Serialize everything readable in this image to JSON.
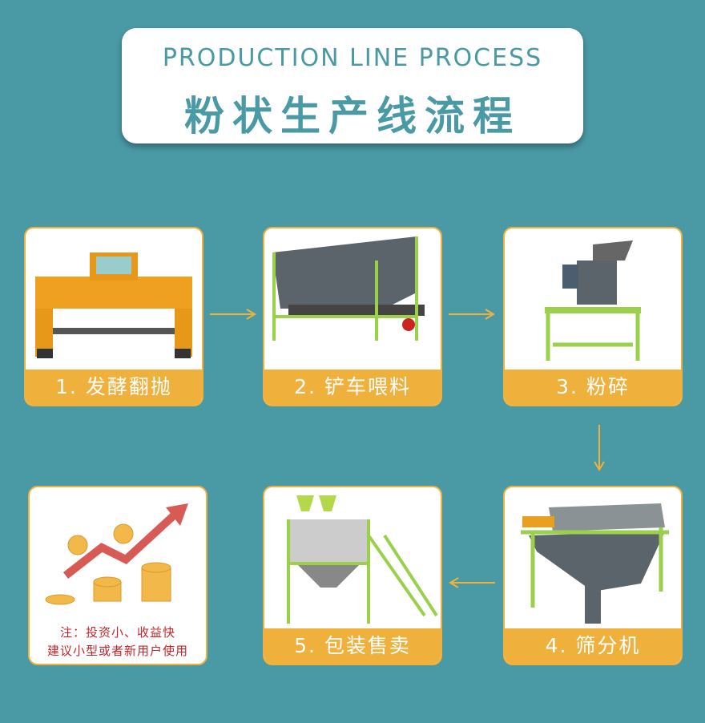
{
  "header": {
    "title_en": "PRODUCTION LINE PROCESS",
    "title_cn": "粉状生产线流程"
  },
  "steps": [
    {
      "label": "1. 发酵翻抛",
      "image": "compost-turner"
    },
    {
      "label": "2. 铲车喂料",
      "image": "forklift-feeder"
    },
    {
      "label": "3. 粉碎",
      "image": "crusher"
    },
    {
      "label": "4. 筛分机",
      "image": "drum-screener"
    },
    {
      "label": "5. 包装售卖",
      "image": "packing-machine"
    }
  ],
  "note": {
    "line1": "注：投资小、收益快",
    "line2": "建议小型或者新用户使用"
  },
  "colors": {
    "background": "#4a9aa6",
    "accent": "#f0b03c",
    "note_text": "#c2262a"
  }
}
